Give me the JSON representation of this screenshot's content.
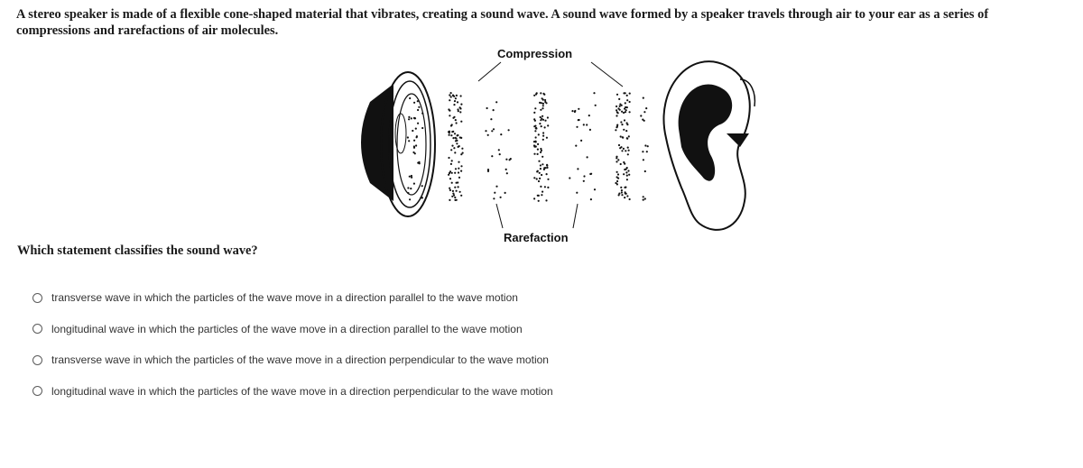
{
  "question": {
    "text": "A stereo speaker is made of a flexible cone-shaped material that vibrates, creating a sound wave. A sound wave formed by a speaker travels through air to your ear as a series of compressions and rarefactions of air molecules."
  },
  "figure": {
    "label_top": "Compression",
    "label_bottom": "Rarefaction"
  },
  "prompt": "Which statement classifies the sound wave?",
  "options": [
    {
      "label": "transverse wave in which the particles of the wave move in a direction parallel to the wave motion"
    },
    {
      "label": "longitudinal wave in which the particles of the wave move in a direction parallel to the wave motion"
    },
    {
      "label": "transverse wave in which the particles of the wave move in a direction perpendicular to the wave motion"
    },
    {
      "label": "longitudinal wave in which the particles of the wave move in a direction perpendicular to the wave motion"
    }
  ]
}
